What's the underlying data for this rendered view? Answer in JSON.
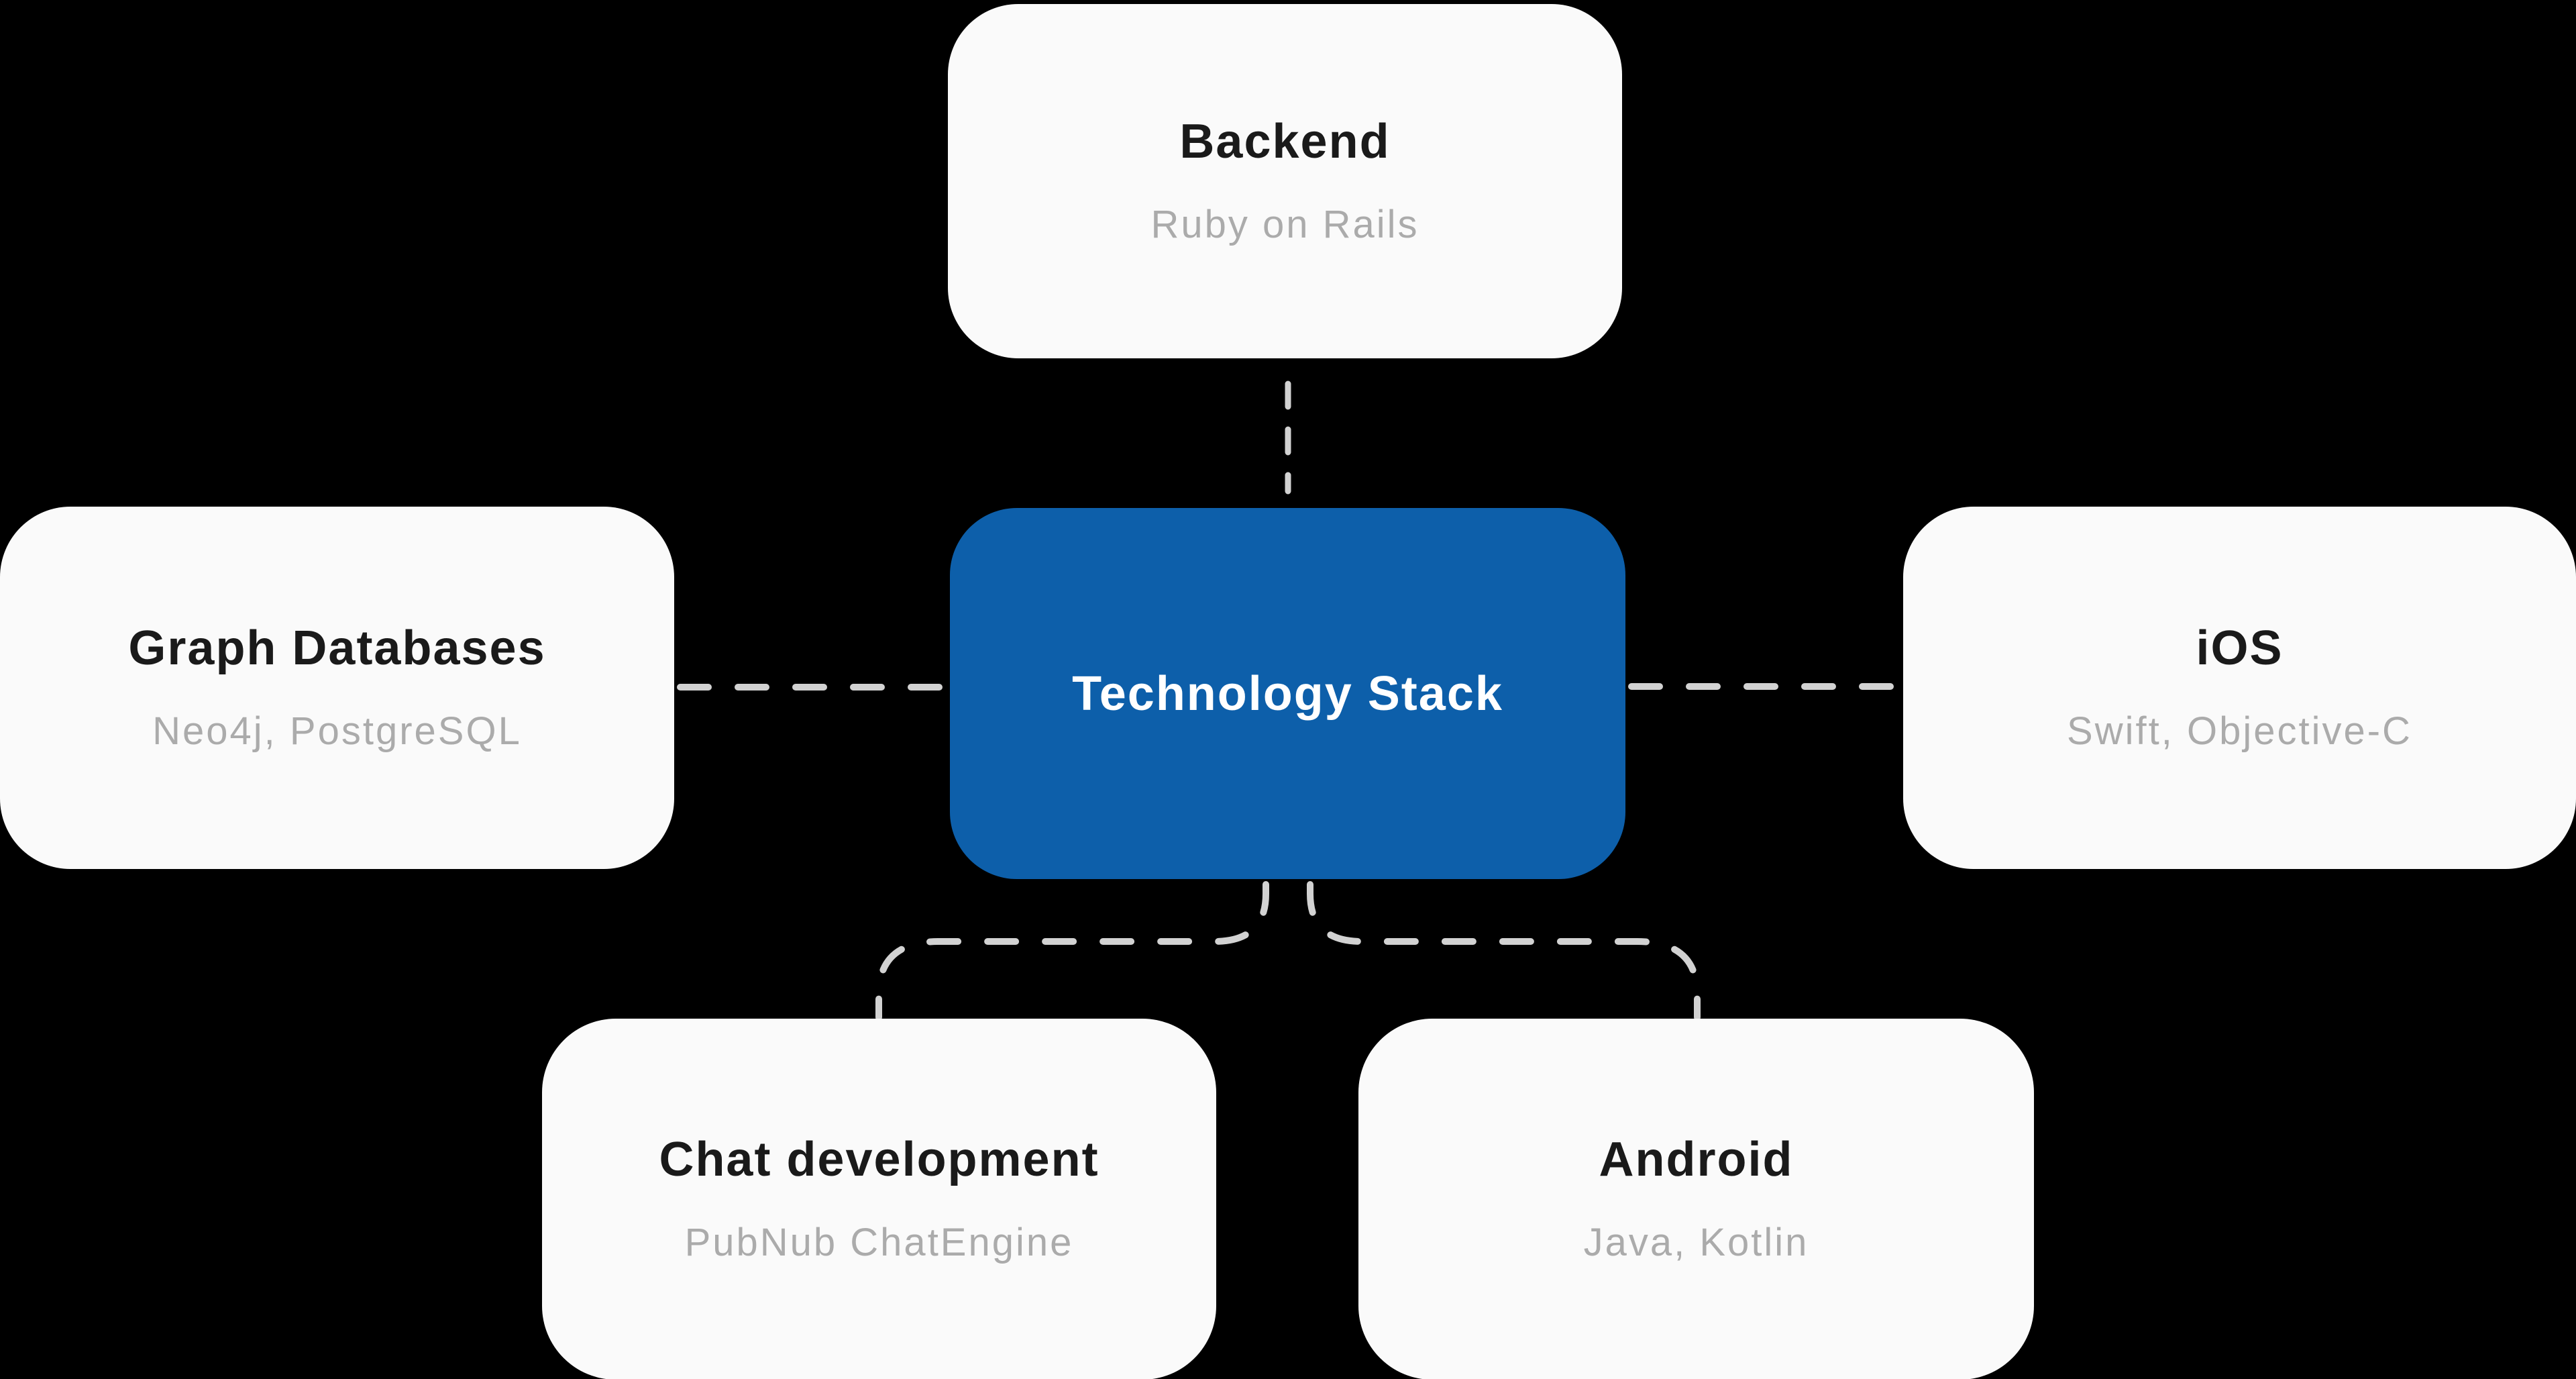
{
  "background_color": "#000000",
  "connector_color": "#D2D2D2",
  "center_node": {
    "label": "Technology Stack",
    "bg_color": "#0D5FAA",
    "text_color": "#FFFFFF"
  },
  "node_style": {
    "bg_color": "#FAFAFA",
    "title_color": "#1A1A1A",
    "subtitle_color": "#ABABAB"
  },
  "nodes": {
    "backend": {
      "title": "Backend",
      "subtitle": "Ruby on Rails"
    },
    "graph_databases": {
      "title": "Graph Databases",
      "subtitle": "Neo4j, PostgreSQL"
    },
    "ios": {
      "title": "iOS",
      "subtitle": "Swift, Objective-C"
    },
    "chat_development": {
      "title": "Chat development",
      "subtitle": "PubNub ChatEngine"
    },
    "android": {
      "title": "Android",
      "subtitle": "Java, Kotlin"
    }
  }
}
